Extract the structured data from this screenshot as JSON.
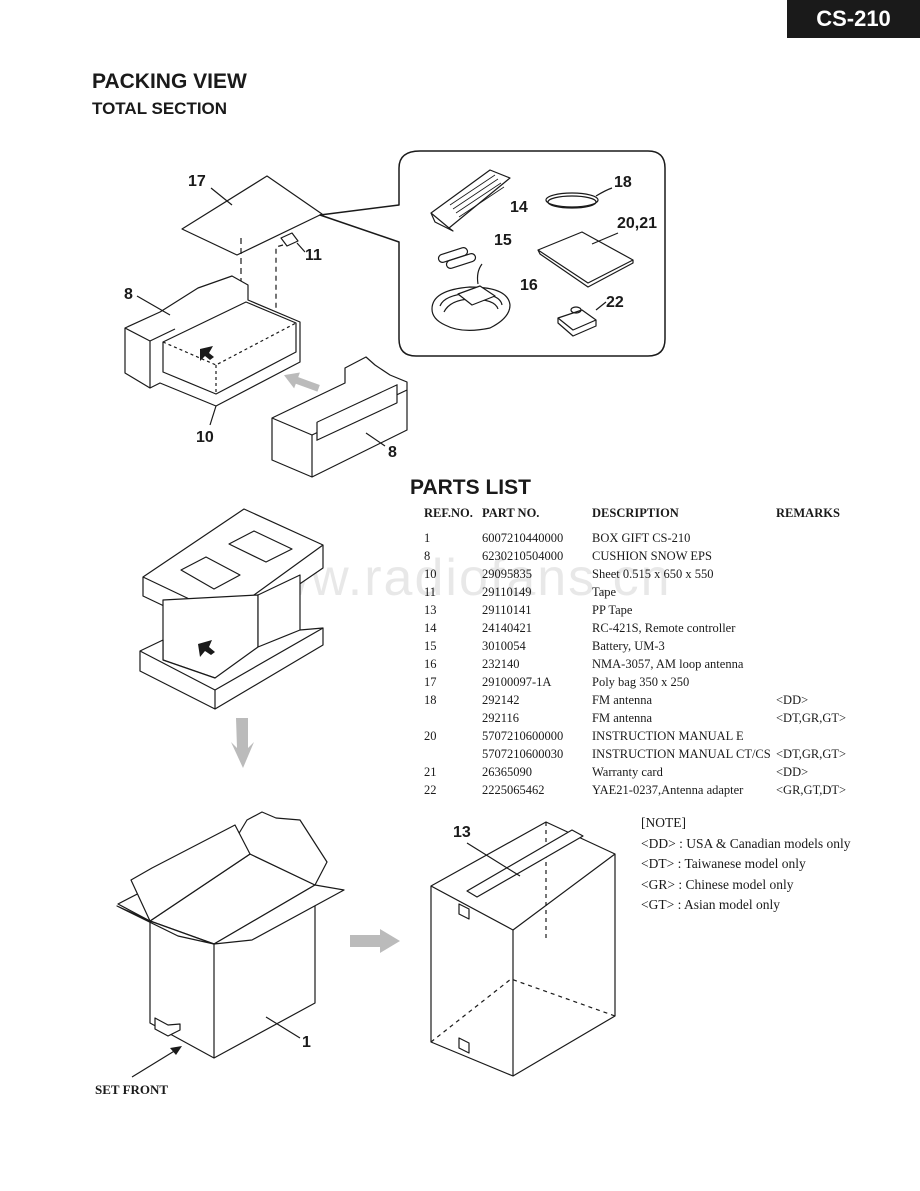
{
  "header": {
    "model": "CS-210"
  },
  "titles": {
    "main": "PACKING VIEW",
    "sub": "TOTAL SECTION"
  },
  "watermark": "www.radiofans.cn",
  "callouts": {
    "n17": "17",
    "n11": "11",
    "n8a": "8",
    "n10": "10",
    "n8b": "8",
    "n14": "14",
    "n18": "18",
    "n15": "15",
    "n2021": "20,21",
    "n16": "16",
    "n22": "22",
    "n13": "13",
    "n1": "1"
  },
  "parts_list": {
    "title": "PARTS LIST",
    "columns": [
      "REF.NO.",
      "PART NO.",
      "DESCRIPTION",
      "REMARKS"
    ],
    "rows": [
      {
        "ref": "1",
        "part": "6007210440000",
        "desc": "BOX GIFT CS-210",
        "remarks": ""
      },
      {
        "ref": "8",
        "part": "6230210504000",
        "desc": "CUSHION SNOW EPS",
        "remarks": ""
      },
      {
        "ref": "10",
        "part": "29095835",
        "desc": "Sheet 0.515 x 650 x 550",
        "remarks": ""
      },
      {
        "ref": "11",
        "part": "29110149",
        "desc": "Tape",
        "remarks": ""
      },
      {
        "ref": "13",
        "part": "29110141",
        "desc": "PP Tape",
        "remarks": ""
      },
      {
        "ref": "14",
        "part": "24140421",
        "desc": "RC-421S, Remote controller",
        "remarks": ""
      },
      {
        "ref": "15",
        "part": "3010054",
        "desc": "Battery, UM-3",
        "remarks": ""
      },
      {
        "ref": "16",
        "part": "232140",
        "desc": "NMA-3057, AM loop antenna",
        "remarks": ""
      },
      {
        "ref": "17",
        "part": "29100097-1A",
        "desc": "Poly bag 350 x 250",
        "remarks": ""
      },
      {
        "ref": "18",
        "part": "292142",
        "desc": "FM antenna",
        "remarks": "<DD>"
      },
      {
        "ref": "",
        "part": "292116",
        "desc": "FM antenna",
        "remarks": "<DT,GR,GT>"
      },
      {
        "ref": "20",
        "part": "5707210600000",
        "desc": "INSTRUCTION MANUAL E",
        "remarks": ""
      },
      {
        "ref": "",
        "part": "5707210600030",
        "desc": "INSTRUCTION MANUAL CT/CS",
        "remarks": "<DT,GR,GT>"
      },
      {
        "ref": "21",
        "part": "26365090",
        "desc": "Warranty card",
        "remarks": "<DD>"
      },
      {
        "ref": "22",
        "part": "2225065462",
        "desc": "YAE21-0237,Antenna adapter",
        "remarks": "<GR,GT,DT>"
      }
    ]
  },
  "note": {
    "heading": "[NOTE]",
    "items": [
      "<DD>  : USA & Canadian models only",
      "<DT>   : Taiwanese model only",
      "<GR>  : Chinese model only",
      "<GT>  : Asian model only"
    ]
  },
  "set_front": "SET FRONT"
}
